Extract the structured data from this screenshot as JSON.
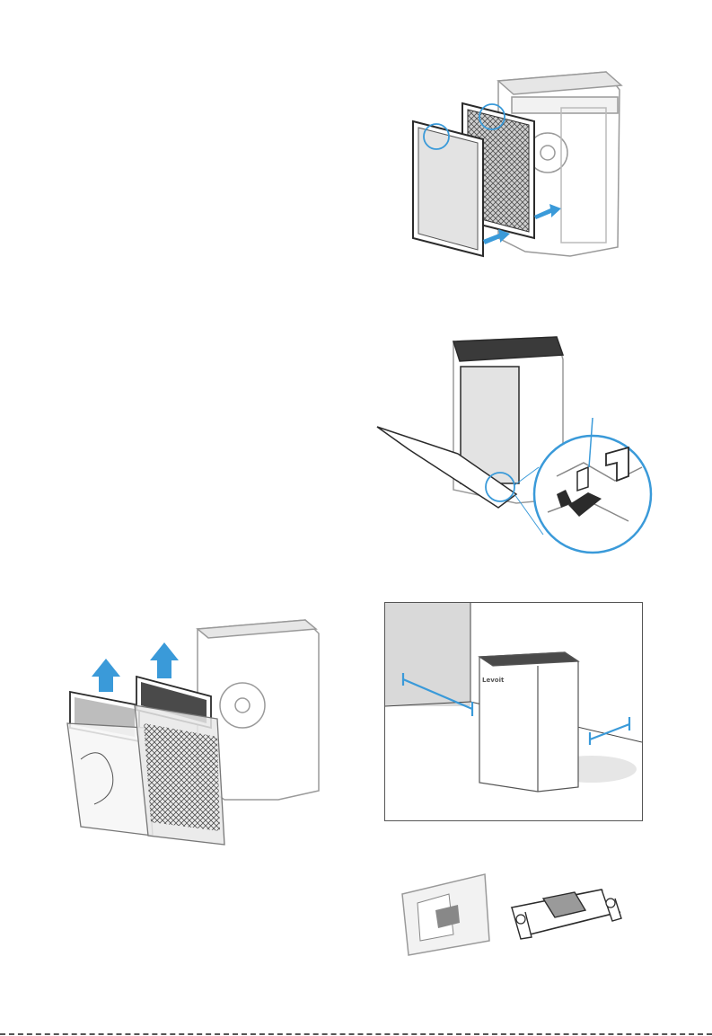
{
  "colors": {
    "accent": "#3a9ad9",
    "outline": "#9a9a9a",
    "dark": "#2b2b2b",
    "filter_mesh": "#4a4a4a",
    "wall": "#d9d9d9"
  },
  "figures": [
    {
      "id": "filter-insert",
      "icon": "filter-insertion-illustration"
    },
    {
      "id": "back-cover-hinge",
      "icon": "cover-hinge-detail-illustration"
    },
    {
      "id": "filter-unwrap",
      "icon": "remove-filter-bags-illustration"
    },
    {
      "id": "placement-clearance",
      "icon": "room-placement-illustration"
    },
    {
      "id": "accessories",
      "icon": "pad-and-holder-illustration"
    }
  ],
  "brand_logo_text": "Levoit"
}
